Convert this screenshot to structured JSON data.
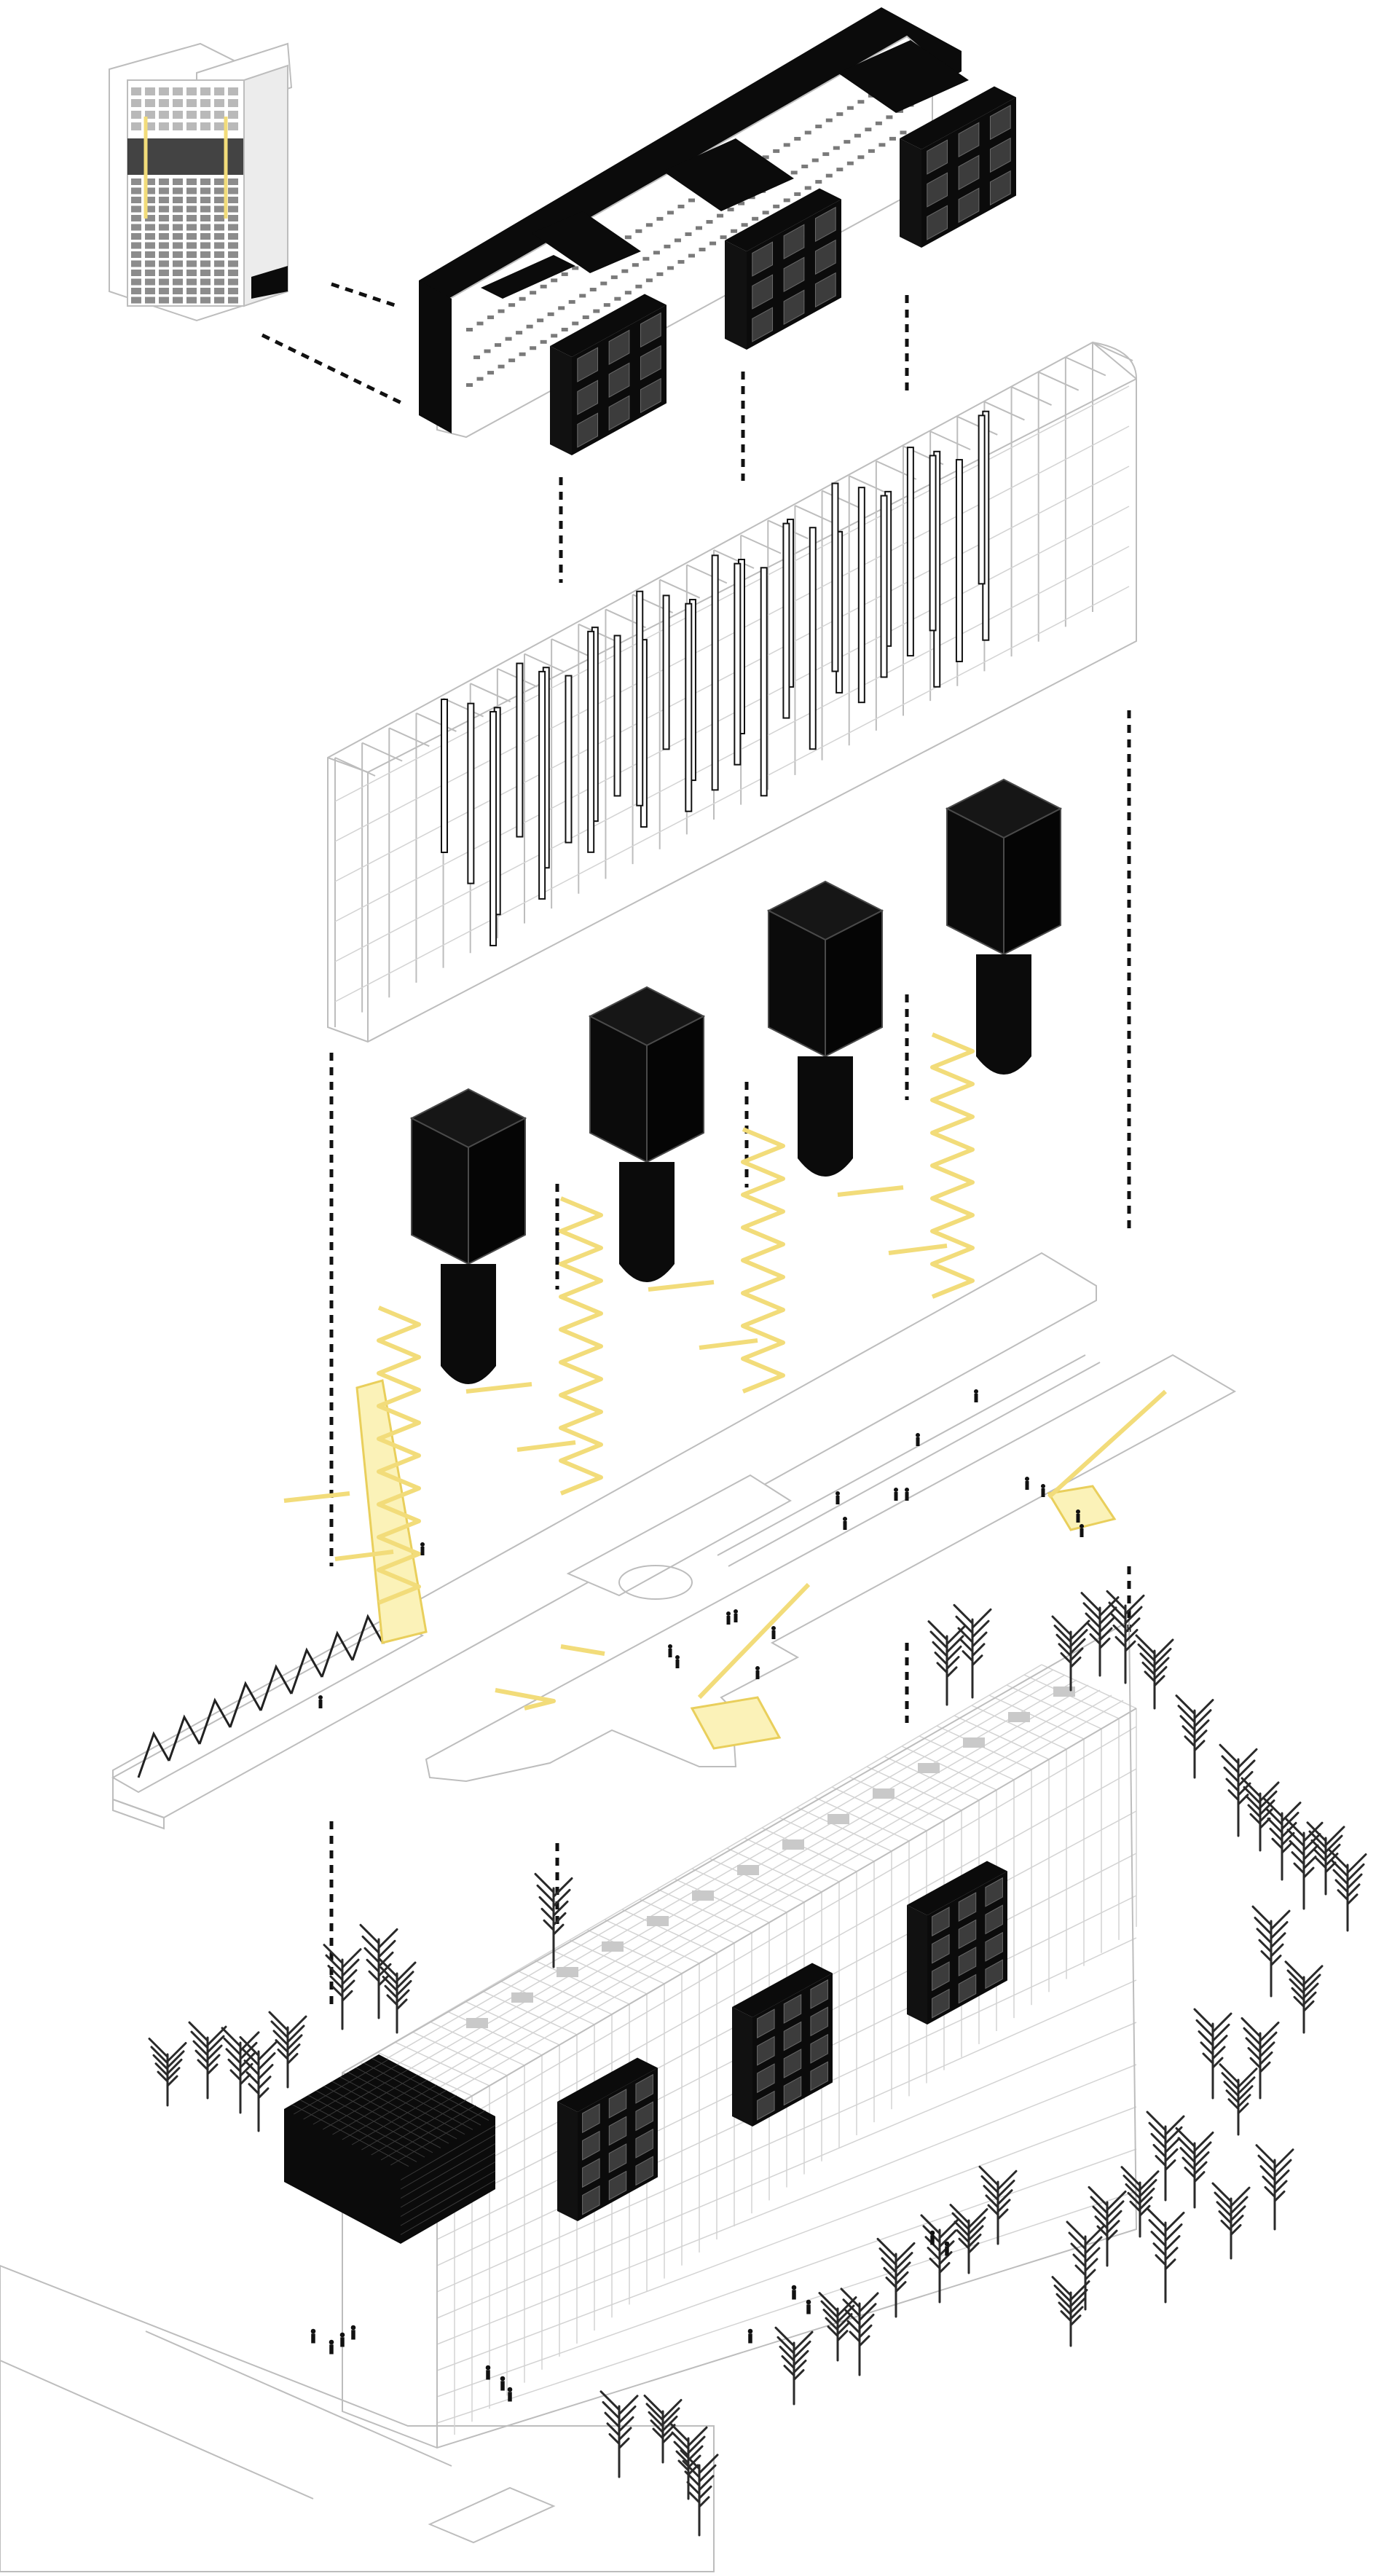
{
  "diagram": {
    "type": "exploded-axonometric",
    "layers": [
      {
        "id": "facade-detail-block"
      },
      {
        "id": "upper-black-volumes"
      },
      {
        "id": "structural-frame-columns"
      },
      {
        "id": "black-cube-volumes"
      },
      {
        "id": "ground-plinth-circulation"
      },
      {
        "id": "assembled-building"
      }
    ],
    "colors": {
      "ink": "#0b0b0b",
      "frame": "#bdbdbd",
      "highlight": "#f2dc7a",
      "highlight_fill": "#fbf2b8",
      "background": "#ffffff"
    },
    "icons": [
      "tree-icon",
      "person-icon"
    ]
  }
}
